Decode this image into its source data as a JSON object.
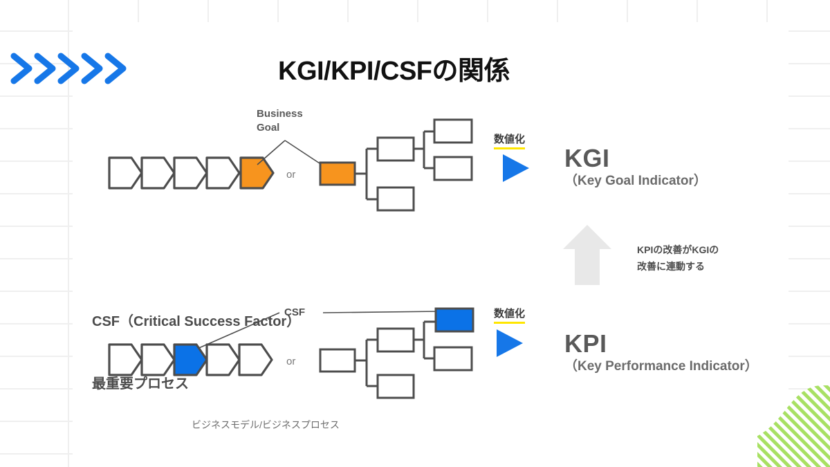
{
  "slide": {
    "title": "KGI/KPI/CSFの関係",
    "bottom_caption": "ビジネスモデル/ビジネスプロセス",
    "background_color": "#ffffff",
    "grid_line_color": "#efefef",
    "card_color": "#ffffff"
  },
  "decorations": {
    "chevron_count": 5,
    "chevron_color": "#1677e8",
    "green_stripe_color": "#a8e063"
  },
  "top_row": {
    "business_goal_label": "Business\nGoal",
    "or_label": "or",
    "process_steps": 5,
    "highlight_index": 4,
    "highlight_color": "#F7941E",
    "tree_node_count": 4,
    "tree_root_color": "#F7941E",
    "numeric_tag": "数値化",
    "numeric_tag_underline_color": "#ffe600",
    "triangle_color": "#1677e8",
    "acronym": "KGI",
    "acronym_full": "（Key Goal Indicator）"
  },
  "middle": {
    "arrow_color": "#e8e8e8",
    "note": "KPIの改善がKGIの\n改善に連動する"
  },
  "bottom_row": {
    "csf_title_line1": "CSF（Critical Success Factor）",
    "csf_title_line2": "最重要プロセス",
    "csf_callout_label": "CSF",
    "or_label": "or",
    "process_steps": 5,
    "highlight_index": 2,
    "highlight_color": "#0b72e7",
    "tree_node_count": 5,
    "tree_highlight_color": "#0b72e7",
    "numeric_tag": "数値化",
    "numeric_tag_underline_color": "#ffe600",
    "triangle_color": "#1677e8",
    "acronym": "KPI",
    "acronym_full": "（Key Performance Indicator）"
  }
}
